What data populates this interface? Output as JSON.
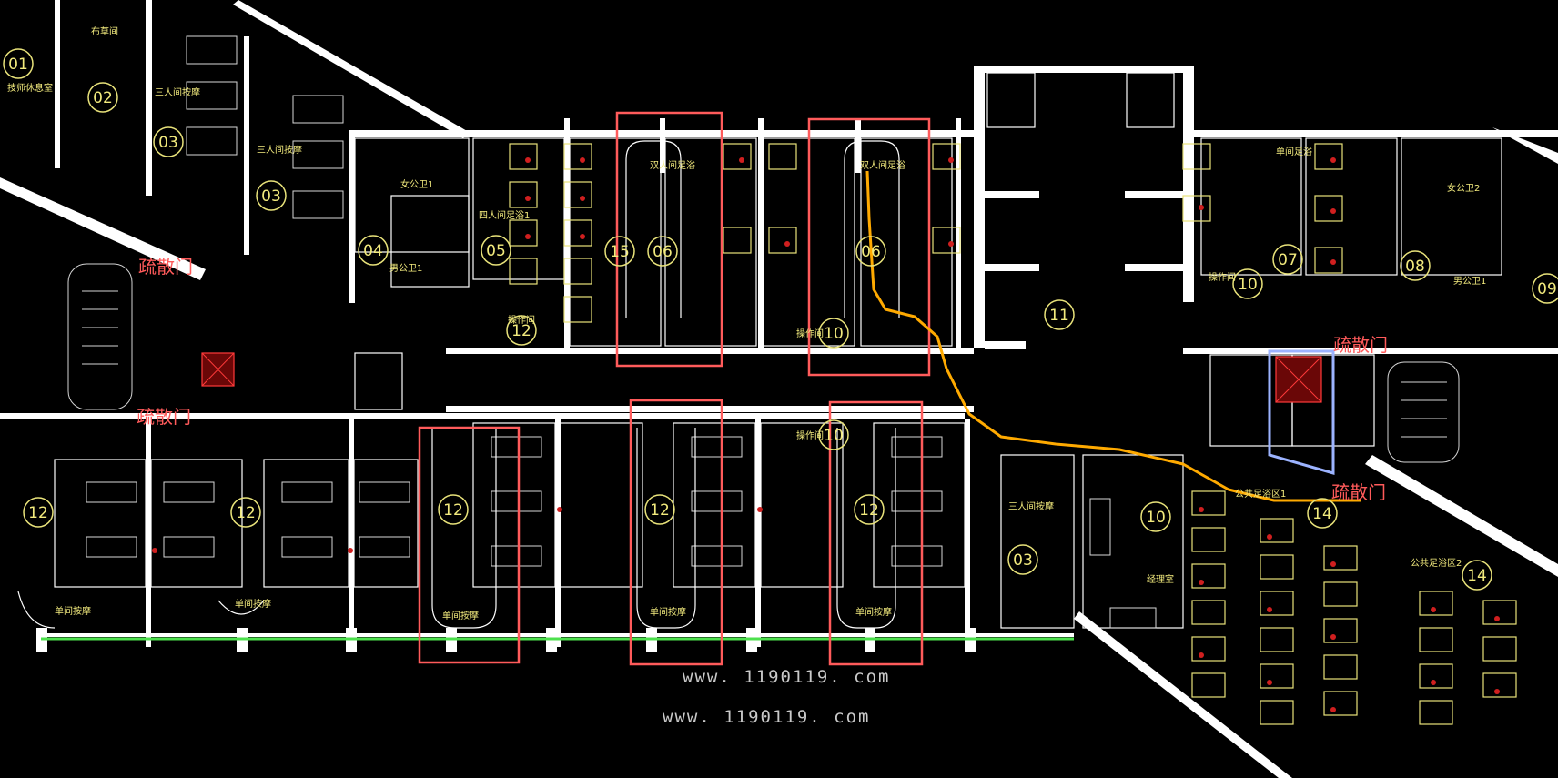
{
  "exit_labels": [
    "疏散门",
    "疏散门",
    "疏散门",
    "疏散门"
  ],
  "room_numbers": [
    "01",
    "02",
    "03",
    "03",
    "04",
    "05",
    "15",
    "06",
    "06",
    "10",
    "12",
    "11",
    "10",
    "07",
    "08",
    "09",
    "12",
    "12",
    "12",
    "12",
    "12",
    "10",
    "03",
    "10",
    "14",
    "14"
  ],
  "room_names": {
    "r01": "技师休息室",
    "r02": "布草间",
    "r03a": "三人间按摩",
    "r03b": "三人间按摩",
    "wc_f1": "女公卫1",
    "wc_m1": "男公卫1",
    "r05": "四人间足浴1",
    "r06a": "双人间足浴",
    "r06b": "双人间足浴",
    "op_a": "操作间",
    "op_b": "操作间",
    "op_c": "操作间",
    "op_d": "操作间",
    "r_single_foot": "单间足浴",
    "wc_f2": "女公卫2",
    "wc_m2": "男公卫1",
    "single1": "单间按摩",
    "single2": "单间按摩",
    "single3": "单间按摩",
    "single4": "单间按摩",
    "single5": "单间按摩",
    "r03c": "三人间按摩",
    "manager": "经理室",
    "pub1": "公共足浴区1",
    "pub2": "公共足浴区2"
  },
  "watermarks": [
    "www. 1190119. com",
    "www. 1190119. com"
  ],
  "colors": {
    "background": "#000000",
    "wall": "#ffffff",
    "furniture": "#e9e27a",
    "highlight": "#ff5b5b",
    "evacuation_route": "#ffaa00",
    "exit_text": "#ff5a5a",
    "green_edge": "#4de04d"
  }
}
